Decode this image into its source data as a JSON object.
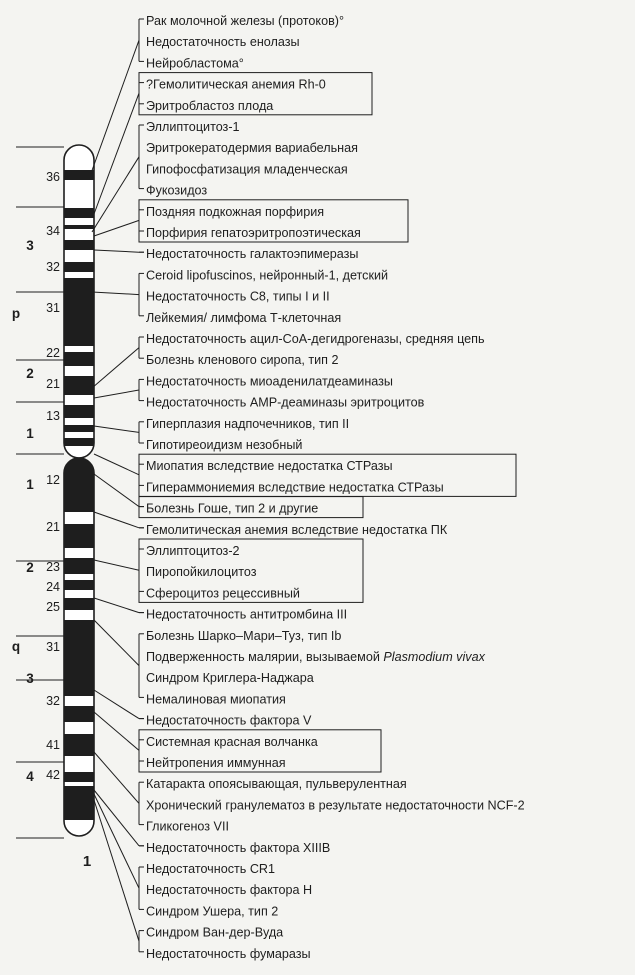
{
  "chromosome": {
    "number": "1",
    "arm_labels": {
      "p": "p",
      "q": "q"
    },
    "region_labels": [
      {
        "id": "p3",
        "text": "3"
      },
      {
        "id": "p2",
        "text": "2"
      },
      {
        "id": "p1",
        "text": "1"
      },
      {
        "id": "q1",
        "text": "1"
      },
      {
        "id": "q2",
        "text": "2"
      },
      {
        "id": "q3",
        "text": "3"
      },
      {
        "id": "q4",
        "text": "4"
      }
    ],
    "band_labels": [
      {
        "id": "p36",
        "text": "36"
      },
      {
        "id": "p34",
        "text": "34"
      },
      {
        "id": "p32",
        "text": "32"
      },
      {
        "id": "p31",
        "text": "31"
      },
      {
        "id": "p22",
        "text": "22"
      },
      {
        "id": "p21",
        "text": "21"
      },
      {
        "id": "p13",
        "text": "13"
      },
      {
        "id": "q12",
        "text": "12"
      },
      {
        "id": "q21",
        "text": "21"
      },
      {
        "id": "q23",
        "text": "23"
      },
      {
        "id": "q24",
        "text": "24"
      },
      {
        "id": "q25",
        "text": "25"
      },
      {
        "id": "q31",
        "text": "31"
      },
      {
        "id": "q32",
        "text": "32"
      },
      {
        "id": "q41",
        "text": "41"
      },
      {
        "id": "q42",
        "text": "42"
      }
    ]
  },
  "diseases": [
    {
      "text": "Рак молочной железы (протоков)°"
    },
    {
      "text": "Недостаточность енолазы"
    },
    {
      "text": "Нейробластома°"
    },
    {
      "text": "?Гемолитическая анемия Rh-0"
    },
    {
      "text": "Эритробластоз плода"
    },
    {
      "text": "Эллиптоцитоз-1"
    },
    {
      "text": "Эритрокератодермия вариабельная"
    },
    {
      "text": "Гипофосфатизация младенческая"
    },
    {
      "text": "Фукозидоз"
    },
    {
      "text": "Поздняя подкожная порфирия"
    },
    {
      "text": "Порфирия гепатоэритропоэтическая"
    },
    {
      "text": "Недостаточность галактоэпимеразы"
    },
    {
      "text": "Ceroid lipofuscinos, нейронный-1, детский"
    },
    {
      "text": "Недостаточность С8, типы I и II"
    },
    {
      "text": "Лейкемия/ лимфома Т-клеточная"
    },
    {
      "text": "Недостаточность ацил-СоА-дегидрогеназы, средняя цепь"
    },
    {
      "text": "Болезнь кленового сиропа, тип 2"
    },
    {
      "text": "Недостаточность миоаденилатдеаминазы"
    },
    {
      "text": "Недостаточность АМР-деаминазы эритроцитов"
    },
    {
      "text": "Гиперплазия надпочечников, тип II"
    },
    {
      "text": "Гипотиреоидизм незобный"
    },
    {
      "text": "Миопатия вследствие недостатка СТРазы"
    },
    {
      "text": "Гипераммониемия вследствие недостатка СТРазы"
    },
    {
      "text": "Болезнь Гоше, тип 2 и другие"
    },
    {
      "text": "Гемолитическая анемия вследствие недостатка ПК"
    },
    {
      "text": "Эллиптоцитоз-2"
    },
    {
      "text": "Пиропойкилоцитоз"
    },
    {
      "text": "Сфероцитоз рецессивный"
    },
    {
      "text": "Недостаточность антитромбина III"
    },
    {
      "text": "Болезнь Шарко–Мари–Туз, тип Ib"
    },
    {
      "text": "Подверженность малярии, вызываемой",
      "italic": "Plasmodium vivax"
    },
    {
      "text": "Синдром Криглера-Наджара"
    },
    {
      "text": "Немалиновая миопатия"
    },
    {
      "text": "Недостаточность фактора V"
    },
    {
      "text": "Системная красная волчанка"
    },
    {
      "text": "Нейтропения иммунная"
    },
    {
      "text": "Катаракта опоясывающая, пульверулентная"
    },
    {
      "text": "Хронический гранулематоз в результате недостаточности NCF-2"
    },
    {
      "text": "Гликогеноз VII"
    },
    {
      "text": "Недостаточность фактора XIIIB"
    },
    {
      "text": "Недостаточность CR1"
    },
    {
      "text": "Недостаточность фактора Н"
    },
    {
      "text": "Синдром Ушера, тип 2"
    },
    {
      "text": "Синдром Ван-дер-Вуда"
    },
    {
      "text": "Недостаточность фумаразы"
    }
  ],
  "colors": {
    "ink": "#1e1e1e",
    "dark_band": "#1e1e1e",
    "light_band": "#ffffff",
    "background": "#f4f4f1"
  }
}
